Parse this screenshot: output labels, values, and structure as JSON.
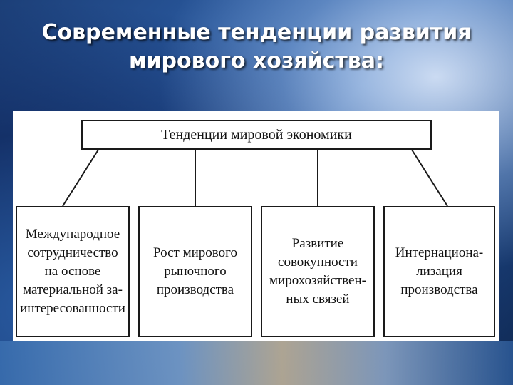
{
  "slide": {
    "title_line1": "Современные тенденции развития",
    "title_line2": "мирового хозяйства:"
  },
  "diagram": {
    "root": "Тенденции мировой экономики",
    "children": [
      {
        "label": "Международное\nсотрудничество\nна основе\nматериальной за-\nинтересованности"
      },
      {
        "label": "Рост мирового\nрыночного\nпроизводства"
      },
      {
        "label": "Развитие\nсовокупности\nмирохозяйствен-\nных связей"
      },
      {
        "label": "Интернациона-\nлизация\nпроизводства"
      }
    ]
  }
}
